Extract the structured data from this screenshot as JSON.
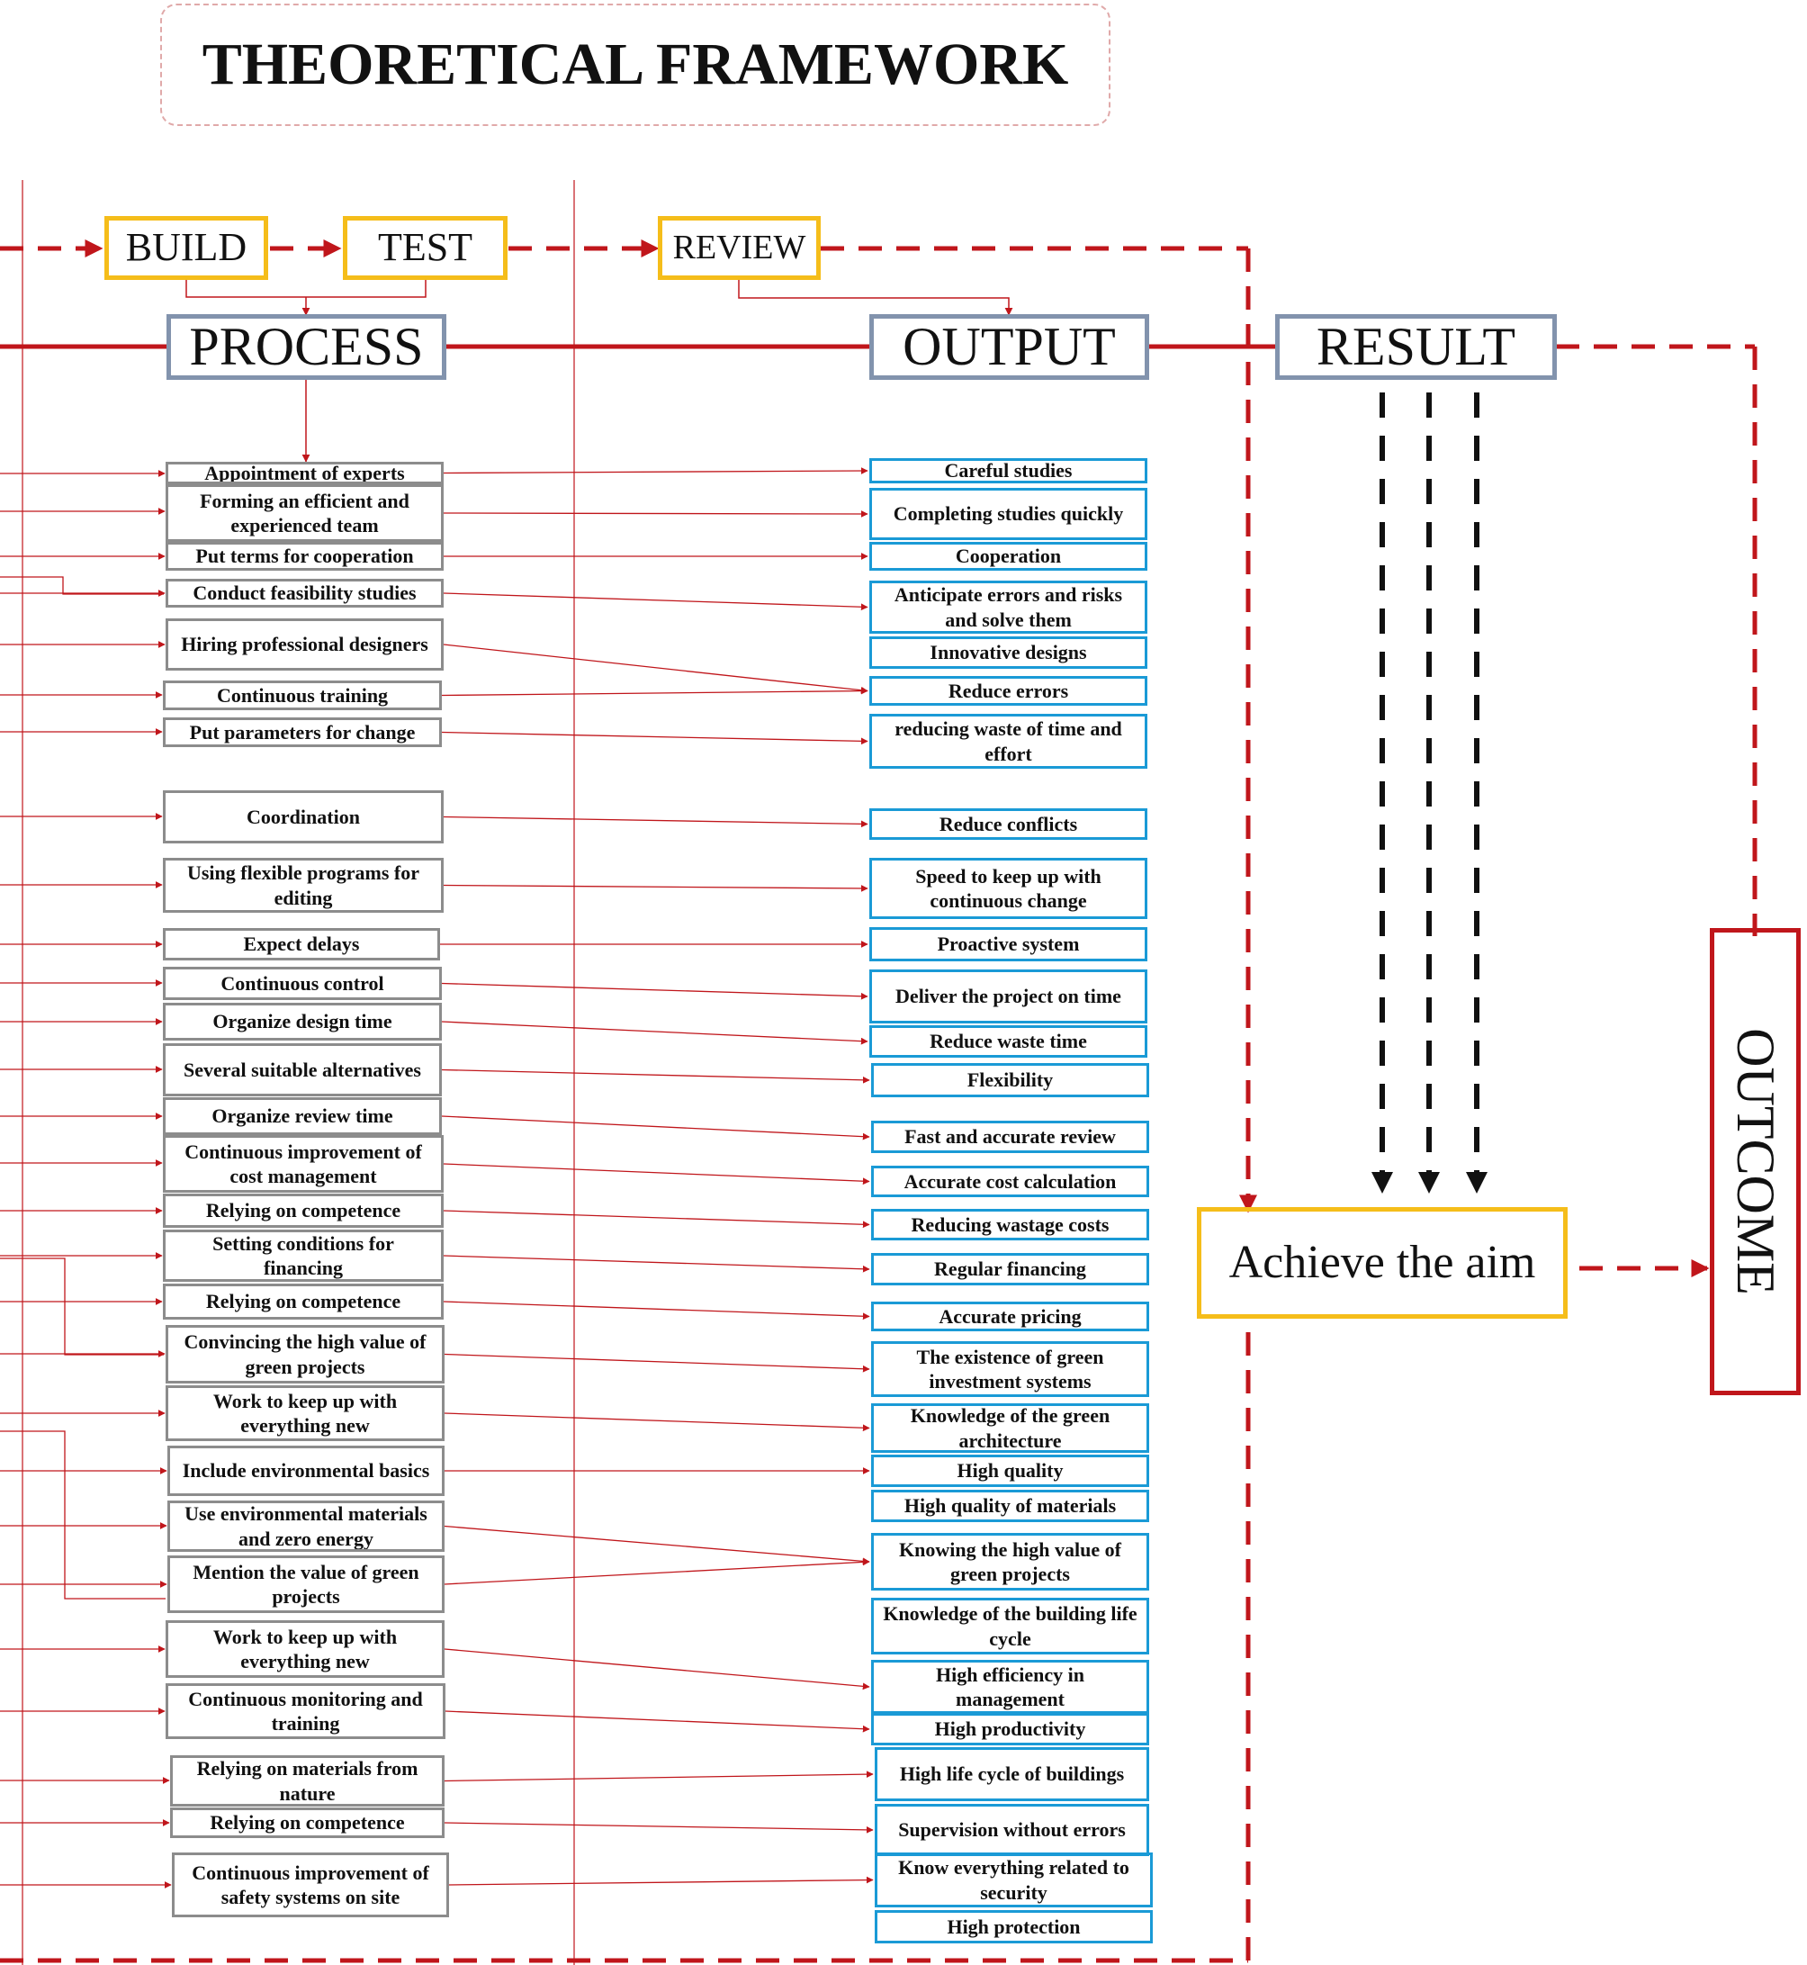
{
  "title": "THEORETICAL FRAMEWORK",
  "stages": {
    "build": "BUILD",
    "test": "TEST",
    "review": "REVIEW"
  },
  "headers": {
    "process": "PROCESS",
    "output": "OUTPUT",
    "result": "RESULT"
  },
  "aim": "Achieve the aim",
  "outcome": "OUTCOME",
  "process_items": [
    "Appointment of experts",
    "Forming an efficient and experienced team",
    "Put terms for cooperation",
    "Conduct feasibility studies",
    "Hiring professional designers",
    "Continuous training",
    "Put parameters for change",
    "Coordination",
    "Using flexible programs for editing",
    "Expect delays",
    "Continuous control",
    "Organize design time",
    "Several suitable alternatives",
    "Organize review time",
    "Continuous improvement of cost management",
    "Relying on competence",
    "Setting conditions for financing",
    "Relying on competence",
    "Convincing the high value of green projects",
    "Work to keep up with everything new",
    "Include environmental basics",
    "Use environmental materials and zero energy",
    "Mention the value of green projects",
    "Work to keep up with everything new",
    "Continuous monitoring and training",
    "Relying on materials from nature",
    "Relying on competence",
    "Continuous improvement of safety systems on site"
  ],
  "output_items": [
    "Careful studies",
    "Completing studies quickly",
    "Cooperation",
    "Anticipate errors and risks and solve them",
    "Innovative designs",
    "Reduce errors",
    "reducing waste of time and effort",
    "Reduce conflicts",
    "Speed to keep up with continuous change",
    "Proactive system",
    "Deliver the project on time",
    "Reduce waste time",
    "Flexibility",
    "Fast and accurate review",
    "Accurate cost calculation",
    "Reducing wastage costs",
    "Regular financing",
    "Accurate pricing",
    "The existence of green investment systems",
    "Knowledge of the green architecture",
    "High quality",
    "High quality of materials",
    "Knowing the high value of green projects",
    "Knowledge of the building life cycle",
    "High efficiency in management",
    "High productivity",
    "High life cycle of buildings",
    "Supervision without errors",
    "Know everything related to security",
    "High protection"
  ],
  "colors": {
    "red": "#c0161b",
    "yellow_border": "#f5bd1a",
    "gray_blue_border": "#8293ad",
    "process_border": "#8c8c8c",
    "output_border": "#1a9ad6"
  }
}
